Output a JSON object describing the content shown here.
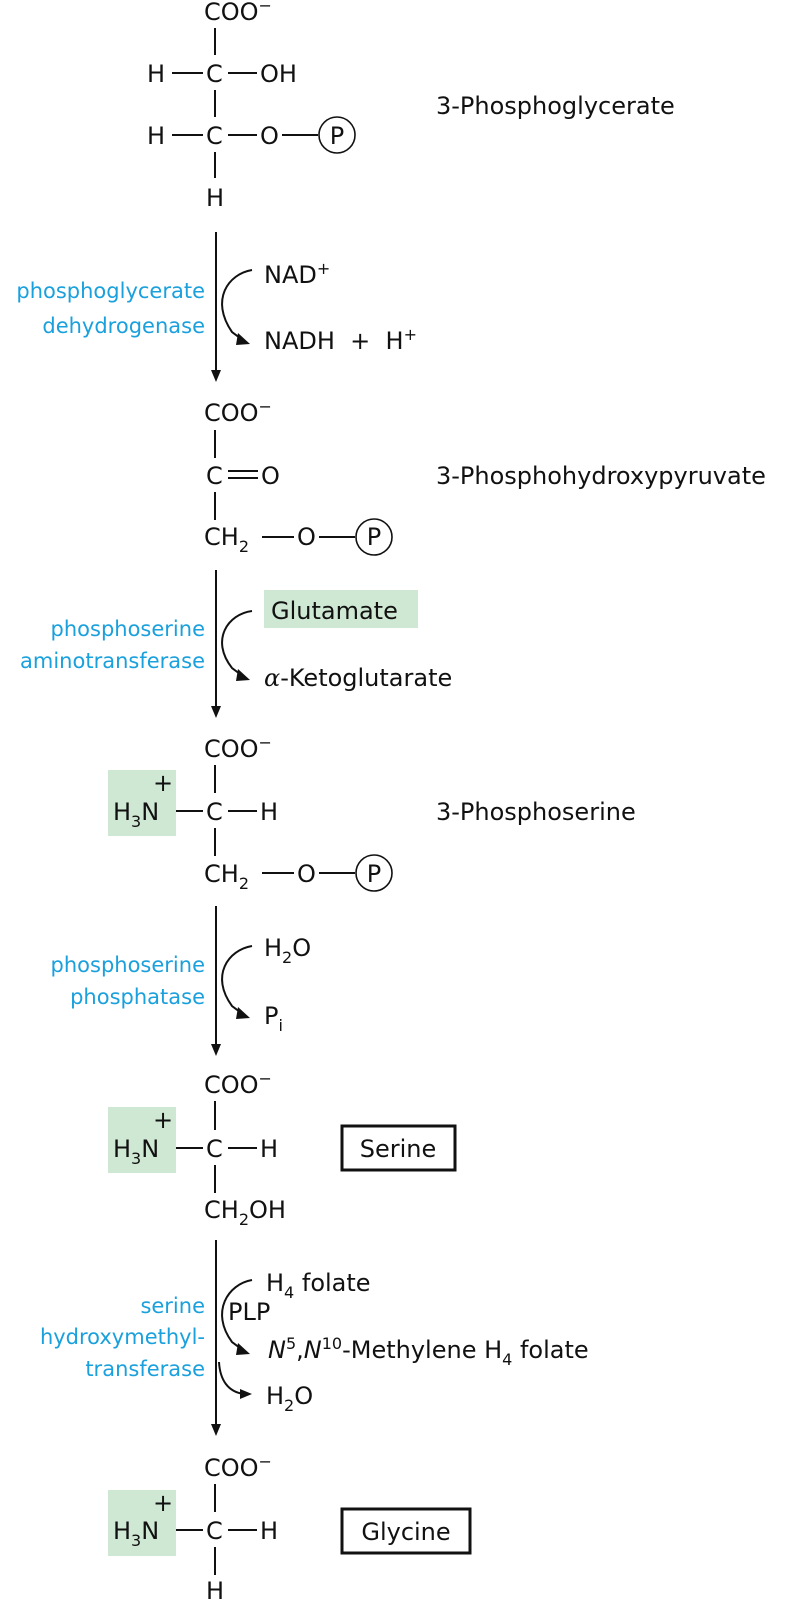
{
  "colors": {
    "enzyme_text": "#1aa0dc",
    "highlight": "#cfe8d3",
    "ink": "#111111"
  },
  "atoms": {
    "coo": "COO",
    "minus": "−",
    "plus": "+",
    "h": "H",
    "c": "C",
    "o": "O",
    "oh": "OH",
    "p": "P",
    "ch": "CH",
    "sub2": "2",
    "sub3": "3",
    "sub4": "4",
    "n": "N",
    "ch2oh_tail": "OH"
  },
  "molecules": {
    "m1_name": "3-Phosphoglycerate",
    "m2_name": "3-Phosphohydroxypyruvate",
    "m3_name": "3-Phosphoserine",
    "m4_name": "Serine",
    "m5_name": "Glycine"
  },
  "steps": {
    "s1": {
      "enzyme_line1": "phosphoglycerate",
      "enzyme_line2": "dehydrogenase",
      "in": "NAD",
      "in_sup": "+",
      "out": "NADH  +  H",
      "out_sup": "+"
    },
    "s2": {
      "enzyme_line1": "phosphoserine",
      "enzyme_line2": "aminotransferase",
      "in": "Glutamate",
      "out_greek": "α",
      "out": "-Ketoglutarate"
    },
    "s3": {
      "enzyme_line1": "phosphoserine",
      "enzyme_line2": "phosphatase",
      "in_h": "H",
      "in_sub": "2",
      "in_o": "O",
      "out": "P",
      "out_sub": "i"
    },
    "s4": {
      "enzyme_line1": "serine",
      "enzyme_line2": "hydroxymethyl-",
      "enzyme_line3": "transferase",
      "cofactor": "PLP",
      "in_h": "H",
      "in_sub": "4",
      "in_rest": " folate",
      "out1_n": "N",
      "out1_sup5": "5",
      "out1_comma": ",",
      "out1_sup10": "10",
      "out1_rest": "-Methylene H",
      "out1_sub": "4",
      "out1_tail": " folate",
      "out2_h": "H",
      "out2_sub": "2",
      "out2_o": "O"
    }
  }
}
